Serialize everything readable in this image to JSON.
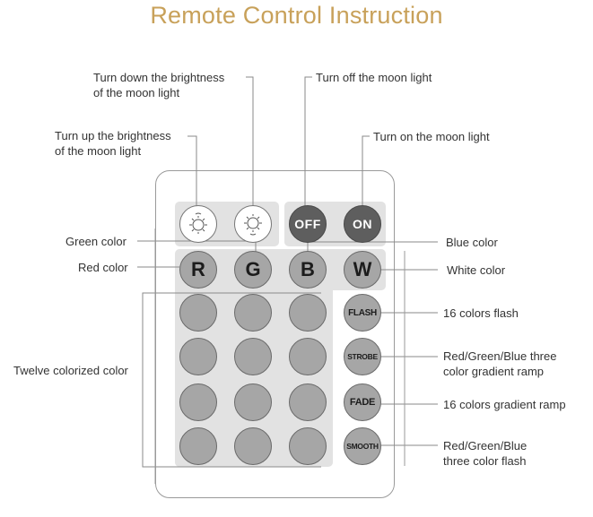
{
  "title": "Remote Control Instruction",
  "colors": {
    "title": "#c8a15a",
    "panel": "#e2e2e2",
    "button_dark": "#5e5e5e",
    "button_grey": "#a6a6a6",
    "button_white": "#ffffff",
    "leader_line": "#8a8a8a"
  },
  "annotations": {
    "brightness_down": [
      "Turn down the brightness",
      "of the moon light"
    ],
    "brightness_up": [
      "Turn up the brightness",
      "of the moon light"
    ],
    "off": "Turn off the moon light",
    "on": "Turn on the moon light",
    "green": "Green color",
    "red": "Red color",
    "blue": "Blue color",
    "white": "White color",
    "twelve": "Twelve colorized color",
    "flash": "16 colors flash",
    "strobe": [
      "Red/Green/Blue three",
      "color gradient ramp"
    ],
    "fade": "16 colors gradient ramp",
    "smooth": [
      "Red/Green/Blue",
      "three color flash"
    ]
  },
  "remote": {
    "top_row": [
      {
        "id": "brightness-up",
        "icon": "sun-up-icon",
        "label": ""
      },
      {
        "id": "brightness-down",
        "icon": "sun-down-icon",
        "label": ""
      },
      {
        "id": "off",
        "label": "OFF"
      },
      {
        "id": "on",
        "label": "ON"
      }
    ],
    "color_row": [
      {
        "id": "red",
        "label": "R"
      },
      {
        "id": "green",
        "label": "G"
      },
      {
        "id": "blue",
        "label": "B"
      },
      {
        "id": "white",
        "label": "W"
      }
    ],
    "color_grid_rows": 4,
    "color_grid_cols": 3,
    "modes": [
      {
        "id": "flash",
        "label": "FLASH"
      },
      {
        "id": "strobe",
        "label": "STROBE"
      },
      {
        "id": "fade",
        "label": "FADE"
      },
      {
        "id": "smooth",
        "label": "SMOOTH"
      }
    ]
  }
}
